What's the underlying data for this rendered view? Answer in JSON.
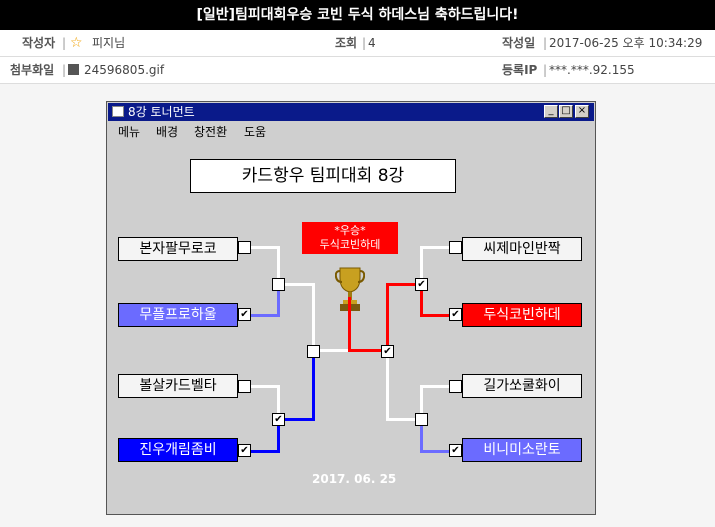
{
  "post": {
    "title": "[일반]팀피대회우승 코빈 두식 하데스님 축하드립니다!",
    "author_label": "작성자",
    "author": "피지님",
    "views_label": "조회",
    "views": "4",
    "date_label": "작성일",
    "date": "2017-06-25 오후 10:34:29",
    "attach_label": "첨부화일",
    "attach": "24596805.gif",
    "ip_label": "등록IP",
    "ip": "***.***.92.155"
  },
  "window": {
    "title": "8강 토너먼트",
    "menu": [
      "메뉴",
      "배경",
      "창전환",
      "도움"
    ],
    "header": "카드항우 팀피대회 8강",
    "winner_line1": "*우승*",
    "winner_line2": "두식코빈하데",
    "date": "2017. 06. 25"
  },
  "bracket": {
    "left": [
      "본자팔무로코",
      "무플프로하울",
      "볼살카드벨타",
      "진우개림좀비"
    ],
    "right": [
      "씨제마인반짝",
      "두식코빈하데",
      "길가쏘쿨화이",
      "비니미소란토"
    ]
  },
  "colors": {
    "titlebar": "#0a1a8a",
    "winner": "#ff0000",
    "purple": "#6b6bff",
    "blue": "#0000ff"
  }
}
